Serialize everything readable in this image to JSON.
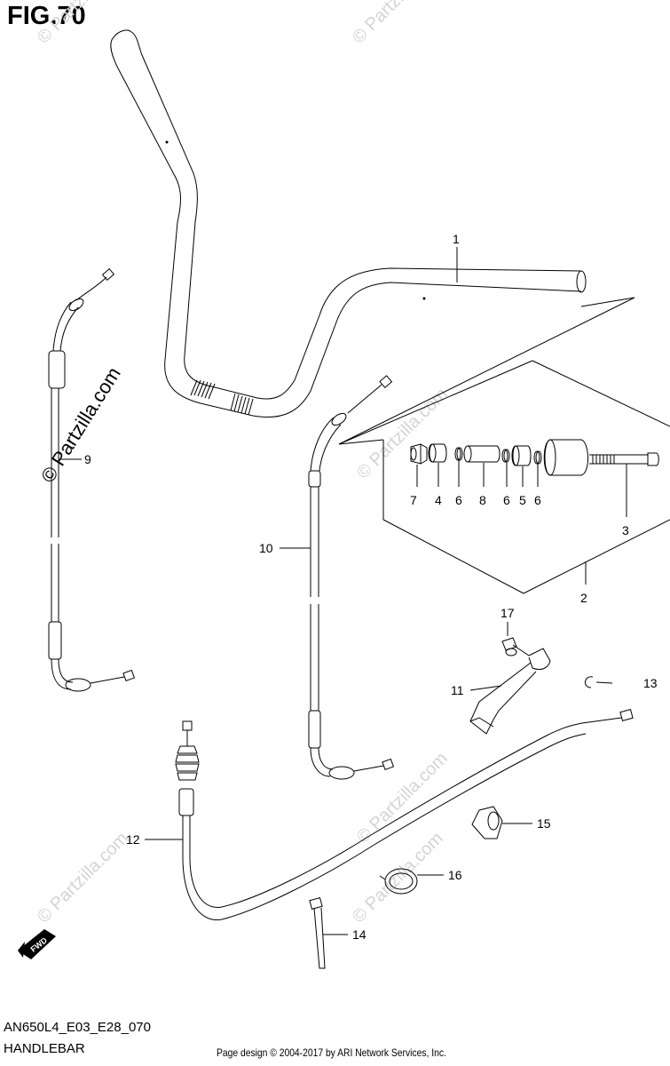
{
  "figure": {
    "title": "FIG.70",
    "model_code": "AN650L4_E03_E28_070",
    "name": "HANDLEBAR",
    "copyright": "Page design © 2004-2017 by ARI Network Services, Inc."
  },
  "watermark": {
    "main_text": "© Partzilla.com",
    "repeat_text": "© Partzilla.com"
  },
  "fwd_badge": "FWD",
  "callouts": {
    "c1": "1",
    "c2": "2",
    "c3": "3",
    "c4": "4",
    "c5": "5",
    "c6a": "6",
    "c6b": "6",
    "c6c": "6",
    "c7": "7",
    "c8": "8",
    "c9": "9",
    "c10": "10",
    "c11": "11",
    "c12": "12",
    "c13": "13",
    "c14": "14",
    "c15": "15",
    "c16": "16",
    "c17": "17"
  }
}
